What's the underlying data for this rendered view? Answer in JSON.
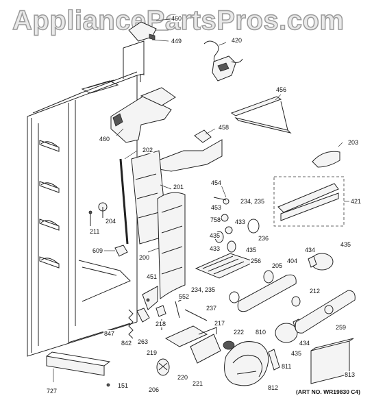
{
  "watermark": "AppliancePartsPros.com",
  "art_number": "(ART NO. WR19830 C4)",
  "parts": {
    "p460a": "460",
    "p449": "449",
    "p420": "420",
    "p456": "456",
    "p458": "458",
    "p460b": "460",
    "p203": "203",
    "p202": "202",
    "p454": "454",
    "p234_235a": "234, 235",
    "p421": "421",
    "p201": "201",
    "p453": "453",
    "p204": "204",
    "p758": "758",
    "p433a": "433",
    "p211": "211",
    "p236": "236",
    "p435a": "435",
    "p433b": "433",
    "p435b": "435",
    "p609": "609",
    "p200": "200",
    "p434a": "434",
    "p435c": "435",
    "p256": "256",
    "p205": "205",
    "p404": "404",
    "p451": "451",
    "p234_235b": "234, 235",
    "p212": "212",
    "p552": "552",
    "p237": "237",
    "p217": "217",
    "p259": "259",
    "p847": "847",
    "p218": "218",
    "p842": "842",
    "p263": "263",
    "p222": "222",
    "p810": "810",
    "p434b": "434",
    "p219": "219",
    "p811": "811",
    "p435d": "435",
    "p220": "220",
    "p221": "221",
    "p812": "812",
    "p813": "813",
    "p727": "727",
    "p151": "151",
    "p206": "206"
  }
}
